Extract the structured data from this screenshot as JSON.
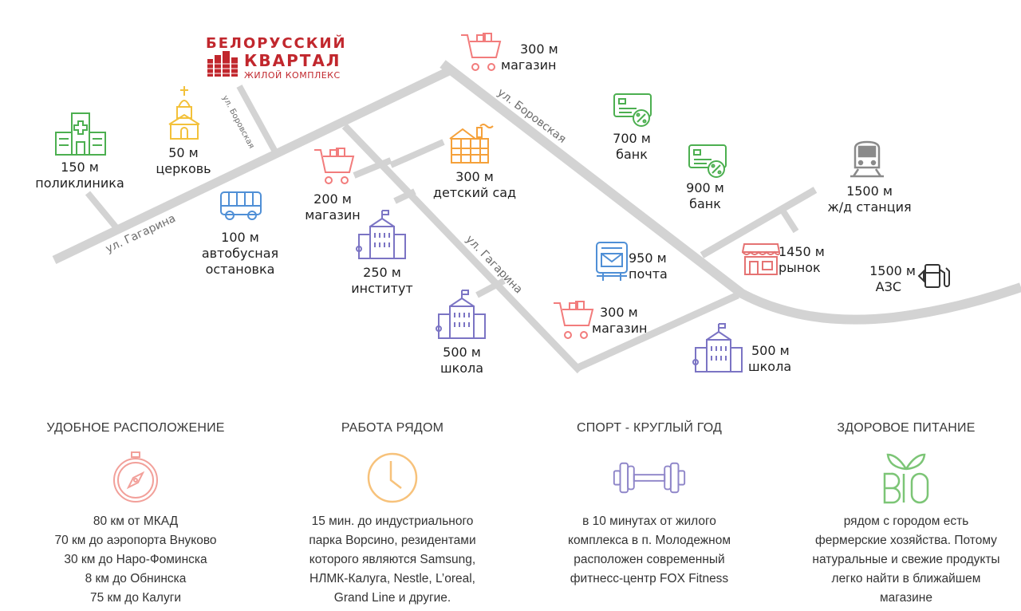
{
  "logo": {
    "line1": "БЕЛОРУССКИЙ",
    "line2": "КВАРТАЛ",
    "line3": "ЖИЛОЙ КОМПЛЕКС",
    "color": "#c1272d"
  },
  "streets": {
    "gagarina_main": "ул. Гагарина",
    "gagarina_diag": "ул. Гагарина",
    "borovskaya_main": "ул. Боровская",
    "borovskaya_small": "ул. Боровская"
  },
  "poi": {
    "clinic": {
      "distance": "150 м",
      "label": "поликлиника",
      "icon": "hospital-icon"
    },
    "church": {
      "distance": "50 м",
      "label": "церковь",
      "icon": "church-icon"
    },
    "bus": {
      "distance": "100 м",
      "label1": "автобусная",
      "label2": "остановка",
      "icon": "bus-icon"
    },
    "shop200": {
      "distance": "200 м",
      "label": "магазин",
      "icon": "cart-icon"
    },
    "institute": {
      "distance": "250 м",
      "label": "институт",
      "icon": "institute-icon"
    },
    "shop300top": {
      "distance": "300 м",
      "label": "магазин",
      "icon": "cart-icon"
    },
    "kindergarten": {
      "distance": "300 м",
      "label": "детский сад",
      "icon": "kindergarten-icon"
    },
    "bank700": {
      "distance": "700 м",
      "label": "банк",
      "icon": "bank-card-icon"
    },
    "bank900": {
      "distance": "900 м",
      "label": "банк",
      "icon": "bank-card-icon"
    },
    "train": {
      "distance": "1500 м",
      "label": "ж/д станция",
      "icon": "train-icon"
    },
    "post": {
      "distance": "950 м",
      "label": "почта",
      "icon": "mailbox-icon"
    },
    "market": {
      "distance": "1450 м",
      "label": "рынок",
      "icon": "market-icon"
    },
    "fuel": {
      "distance": "1500 м",
      "label": "АЗС",
      "icon": "fuel-icon"
    },
    "shop300bottom": {
      "distance": "300 м",
      "label": "магазин",
      "icon": "cart-icon"
    },
    "school1": {
      "distance": "500 м",
      "label": "школа",
      "icon": "school-icon"
    },
    "school2": {
      "distance": "500 м",
      "label": "школа",
      "icon": "school-icon"
    }
  },
  "features": [
    {
      "title": "УДОБНОЕ РАСПОЛОЖЕНИЕ",
      "icon": "compass-icon",
      "color": "#f2a09a",
      "lines": [
        "80 км от МКАД",
        "70 км до аэропорта Внуково",
        "30 км до Наро-Фоминска",
        "8 км до Обнинска",
        "75 км до Калуги"
      ]
    },
    {
      "title": "РАБОТА РЯДОМ",
      "icon": "clock-icon",
      "color": "#f7c27b",
      "lines": [
        "15 мин. до индустриального",
        "парка Ворсино, резидентами",
        "которого являются Samsung,",
        "НЛМК-Калуга, Nestle, L’oreal,",
        "Grand Line и другие."
      ]
    },
    {
      "title": "СПОРТ - КРУГЛЫЙ ГОД",
      "icon": "dumbbell-icon",
      "color": "#8f86c9",
      "lines": [
        "в 10 минутах от жилого",
        "комплекса в п. Молодежном",
        "расположен современный",
        "фитнесс-центр FOX Fitness"
      ]
    },
    {
      "title": "ЗДОРОВОЕ ПИТАНИЕ",
      "icon": "bio-icon",
      "color": "#7cc576",
      "lines": [
        "рядом с городом есть",
        "фермерские хозяйства. Потому",
        "натуральные и свежие продукты",
        "легко найти в ближайшем",
        "магазине"
      ]
    }
  ],
  "colors": {
    "road": "#d3d3d3",
    "cart": "#f27c7c",
    "green": "#4caf50",
    "orange": "#f5a13a",
    "blue": "#4f8fd6",
    "purple": "#7b74c4",
    "gray": "#8a8a8a",
    "yellow": "#f3c13a",
    "red": "#e57373"
  }
}
